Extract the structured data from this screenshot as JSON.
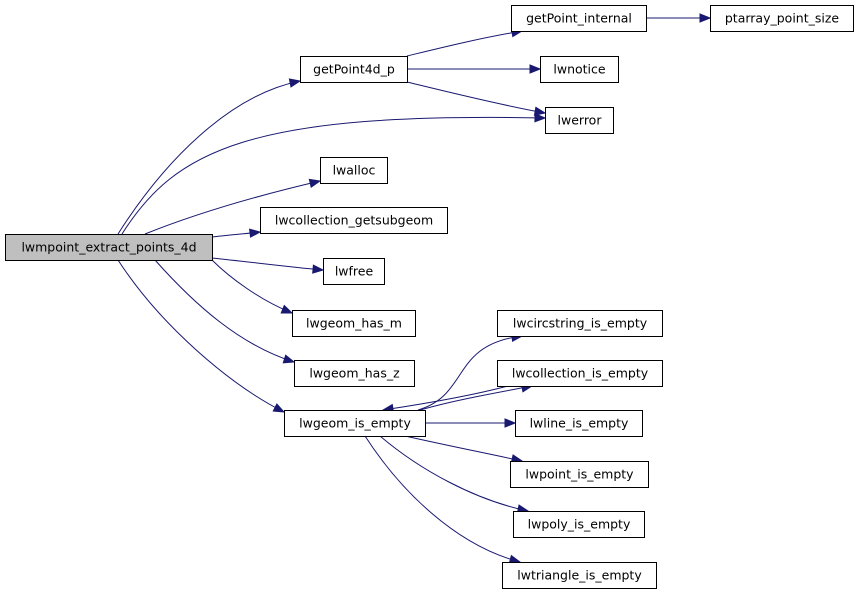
{
  "graph": {
    "nodes": {
      "root": "lwmpoint_extract_points_4d",
      "getPoint4d_p": "getPoint4d_p",
      "getPoint_internal": "getPoint_internal",
      "ptarray_point_size": "ptarray_point_size",
      "lwnotice": "lwnotice",
      "lwerror": "lwerror",
      "lwalloc": "lwalloc",
      "lwcollection_getsubgeom": "lwcollection_getsubgeom",
      "lwfree": "lwfree",
      "lwgeom_has_m": "lwgeom_has_m",
      "lwgeom_has_z": "lwgeom_has_z",
      "lwgeom_is_empty": "lwgeom_is_empty",
      "lwcircstring_is_empty": "lwcircstring_is_empty",
      "lwcollection_is_empty": "lwcollection_is_empty",
      "lwline_is_empty": "lwline_is_empty",
      "lwpoint_is_empty": "lwpoint_is_empty",
      "lwpoly_is_empty": "lwpoly_is_empty",
      "lwtriangle_is_empty": "lwtriangle_is_empty"
    },
    "edges": [
      [
        "root",
        "getPoint4d_p"
      ],
      [
        "root",
        "lwerror"
      ],
      [
        "root",
        "lwalloc"
      ],
      [
        "root",
        "lwcollection_getsubgeom"
      ],
      [
        "root",
        "lwfree"
      ],
      [
        "root",
        "lwgeom_has_m"
      ],
      [
        "root",
        "lwgeom_has_z"
      ],
      [
        "root",
        "lwgeom_is_empty"
      ],
      [
        "getPoint4d_p",
        "getPoint_internal"
      ],
      [
        "getPoint4d_p",
        "lwnotice"
      ],
      [
        "getPoint4d_p",
        "lwerror"
      ],
      [
        "getPoint_internal",
        "ptarray_point_size"
      ],
      [
        "lwgeom_is_empty",
        "lwcircstring_is_empty"
      ],
      [
        "lwgeom_is_empty",
        "lwcollection_is_empty"
      ],
      [
        "lwgeom_is_empty",
        "lwline_is_empty"
      ],
      [
        "lwgeom_is_empty",
        "lwpoint_is_empty"
      ],
      [
        "lwgeom_is_empty",
        "lwpoly_is_empty"
      ],
      [
        "lwgeom_is_empty",
        "lwtriangle_is_empty"
      ],
      [
        "lwcollection_is_empty",
        "lwgeom_is_empty"
      ]
    ]
  }
}
